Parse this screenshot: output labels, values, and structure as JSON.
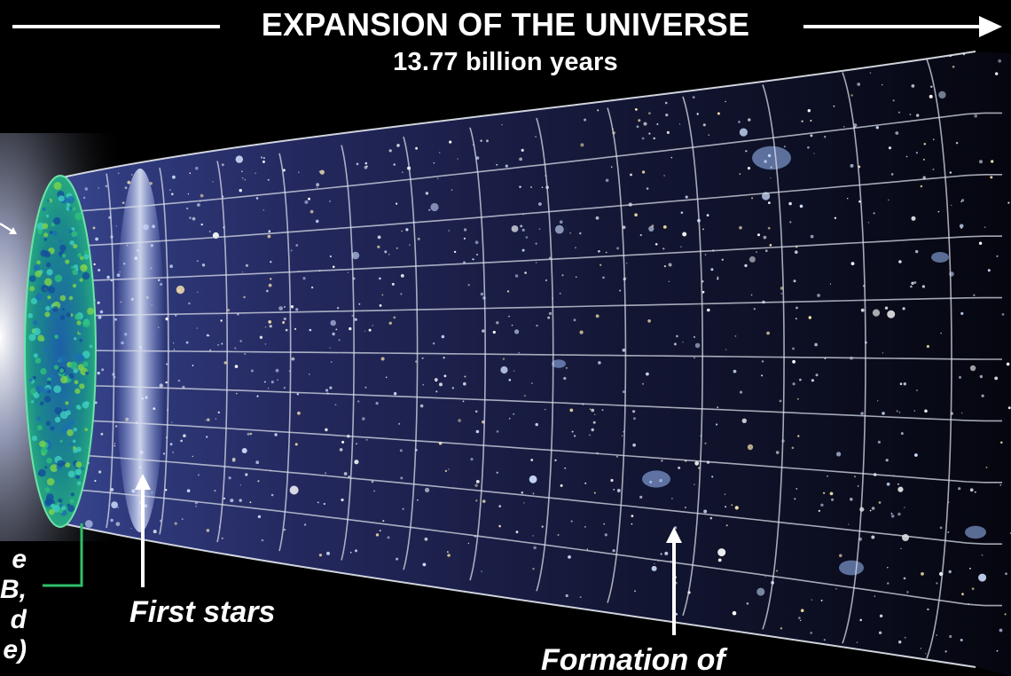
{
  "header": {
    "title": "EXPANSION OF THE UNIVERSE",
    "subtitle": "13.77 billion years"
  },
  "labels": {
    "first_stars": "First stars",
    "formation": "Formation of",
    "left_fragments": [
      "e",
      "B,",
      "d",
      "e)"
    ]
  },
  "colors": {
    "background": "#000000",
    "grid": "#d8dde8",
    "cmb_green": "#2fbf7a",
    "cmb_blue": "#1c6fb0",
    "star_blue": "#bcd2ff",
    "bracket_green": "#2fbf6a"
  }
}
